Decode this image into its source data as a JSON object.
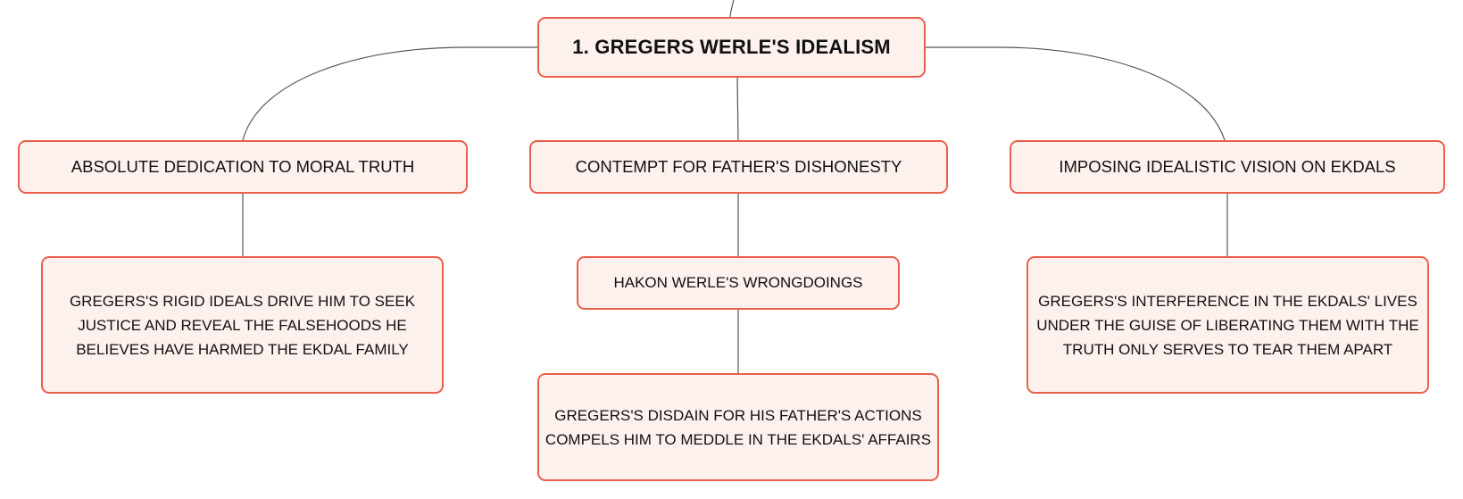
{
  "diagram": {
    "root": {
      "label": "1. GREGERS WERLE'S IDEALISM"
    },
    "branches": [
      {
        "label": "ABSOLUTE DEDICATION TO MORAL TRUTH",
        "children": [
          {
            "label": "GREGERS'S RIGID IDEALS DRIVE HIM TO SEEK JUSTICE AND REVEAL THE FALSEHOODS HE BELIEVES HAVE HARMED THE EKDAL FAMILY"
          }
        ]
      },
      {
        "label": "CONTEMPT FOR FATHER'S DISHONESTY",
        "children": [
          {
            "label": "HAKON WERLE'S WRONGDOINGS",
            "children": [
              {
                "label": "GREGERS'S DISDAIN FOR HIS FATHER'S ACTIONS COMPELS HIM TO MEDDLE IN THE EKDALS' AFFAIRS"
              }
            ]
          }
        ]
      },
      {
        "label": "IMPOSING IDEALISTIC VISION ON EKDALS",
        "children": [
          {
            "label": "GREGERS'S INTERFERENCE IN THE EKDALS' LIVES UNDER THE GUISE OF LIBERATING THEM WITH THE TRUTH ONLY SERVES TO TEAR THEM APART"
          }
        ]
      }
    ],
    "colors": {
      "node_border": "#e8604c",
      "node_fill": "#fdf1ee",
      "connector": "#555555",
      "text": "#111111"
    }
  }
}
